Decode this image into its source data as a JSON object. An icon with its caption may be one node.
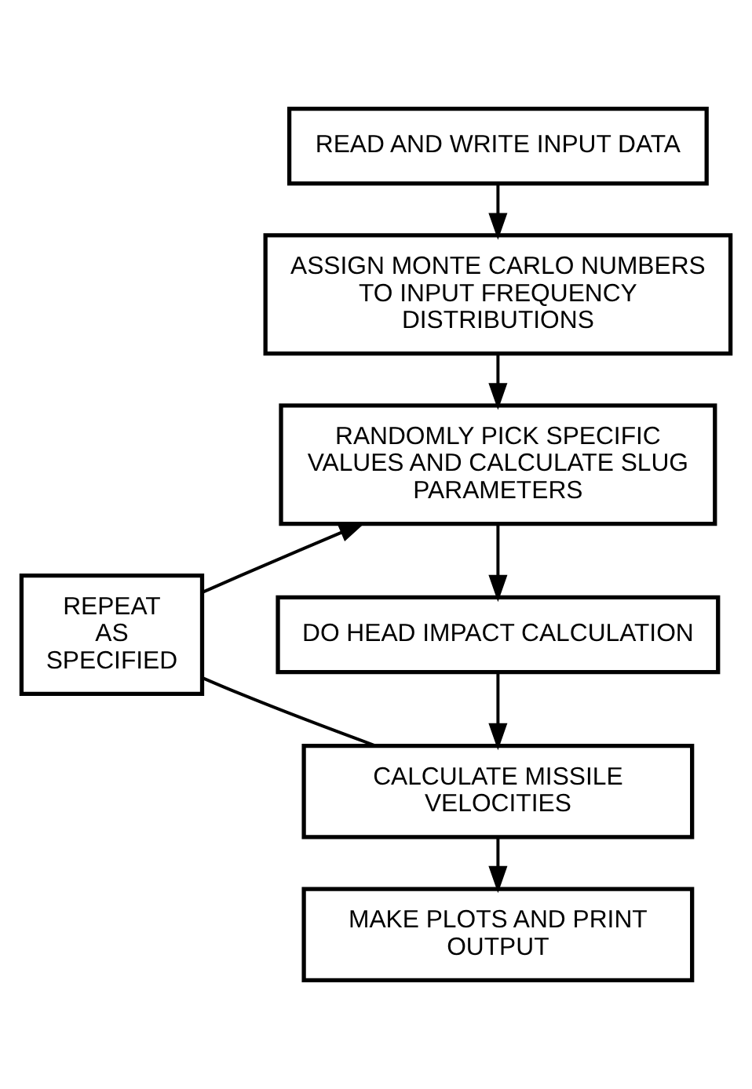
{
  "diagram": {
    "nodes": [
      {
        "text": [
          "READ AND WRITE INPUT DATA"
        ]
      },
      {
        "text": [
          "ASSIGN MONTE CARLO NUMBERS TO INPUT FREQUENCY DISTRIBUTIONS"
        ]
      },
      {
        "text": [
          "RANDOMLY PICK SPECIFIC VALUES AND CALCULATE SLUG PARAMETERS"
        ]
      },
      {
        "text": [
          "REPEAT AS SPECIFIED"
        ]
      },
      {
        "text": [
          "DO HEAD IMPACT CALCULATION"
        ]
      },
      {
        "text": [
          "CALCULATE MISSILE VELOCITIES"
        ]
      },
      {
        "text": [
          "MAKE PLOTS AND PRINT OUTPUT"
        ]
      }
    ],
    "edges": [
      {
        "from": 0,
        "to": 1,
        "arrow": "to"
      },
      {
        "from": 1,
        "to": 2,
        "arrow": "to"
      },
      {
        "from": 2,
        "to": 4,
        "arrow": "to"
      },
      {
        "from": 4,
        "to": 5,
        "arrow": "to"
      },
      {
        "from": 5,
        "to": 6,
        "arrow": "to"
      },
      {
        "from": 5,
        "to": 3,
        "arrow": "none"
      },
      {
        "from": 3,
        "to": 2,
        "arrow": "to"
      }
    ]
  }
}
